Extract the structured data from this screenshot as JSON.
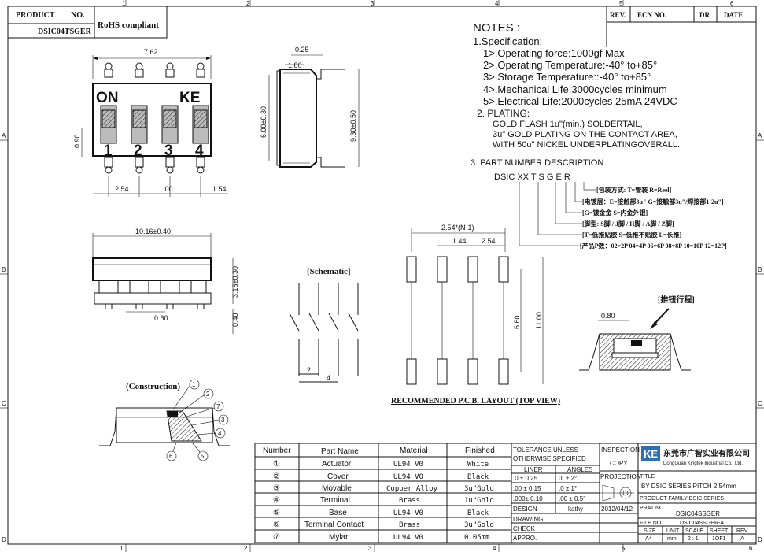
{
  "border": {
    "cols_top": [
      "1",
      "2",
      "3",
      "4",
      "5",
      "6"
    ],
    "cols_bottom": [
      "1",
      "2",
      "3",
      "4",
      "5",
      "6"
    ],
    "rows_left": [
      "A",
      "B",
      "C",
      "D"
    ],
    "rows_right": [
      "A",
      "B",
      "C",
      "D"
    ]
  },
  "product_box": {
    "product_label": "PRODUCT",
    "no_label": "NO.",
    "part_no": "DSIC04TSGER",
    "rohs": "RoHS compliant"
  },
  "rev_table": {
    "headers": [
      "REV.",
      "ECN NO.",
      "DR",
      "DATE"
    ]
  },
  "top_view": {
    "marking_left": "ON",
    "marking_right": "KE",
    "switch_numbers": [
      "1",
      "2",
      "3",
      "4"
    ],
    "dim_width": "7.62",
    "dim_height": "0.90",
    "dim_pitch_left": "2.54",
    "dim_pitch_mid": ".00",
    "dim_pitch_right": "1.54"
  },
  "side_view": {
    "dim_025": "0.25",
    "dim_180": "1.80",
    "dim_height_body": "6.00±0.30",
    "dim_height_total": "9.30±0.50"
  },
  "front_view": {
    "dim_length": "10.16±0.40",
    "dim_height": "3.15±0.30",
    "dim_lead": "0.60",
    "dim_standoff": "0.40"
  },
  "schematic": {
    "title": "[Schematic]",
    "dim_2": "2",
    "dim_4": "4"
  },
  "notes": {
    "title": "NOTES :",
    "spec_title": "1.Specification:",
    "spec_lines": [
      "1>.Operating force:1000gf Max",
      "2>.Operating Temperature:-40° to+85°",
      "3>.Storage Temperature::-40° to+85°",
      "4>.Mechanical Life:3000cycles minimum",
      "5>.Electrical Life:2000cycles 25mA 24VDC"
    ],
    "plating_title": "2. PLATING:",
    "plating_lines": [
      "GOLD FLASH 1u\"(min.) SOLDERTAIL,",
      "3u\" GOLD PLATING  ON THE CONTACT AREA,",
      "WITH 50u\" NICKEL UNDERPLATINGOVERALL."
    ],
    "pn_title": "3. PART NUMBER DESCRIPTION",
    "pn_code": "DSIC XX  T  S G E R",
    "pn_desc": [
      "[包装方式: T=管装  R=Reel]",
      "[电镀层：E=接触部3u\" G=接触部3u\"/焊接部1-2u\"]",
      "[G=镀金金  S=内金外银]",
      "[脚型: S脚 / J脚 / H脚 / A脚 / Z脚]",
      "[T=低推贴胶  S=低推不贴胶  L=长推]",
      "[产品P数：02=2P 04=4P 06=6P 08=8P 10=10P 12=12P]"
    ]
  },
  "pcb_layout": {
    "dim_total": "2.54*(N-1)",
    "dim_144": "1.44",
    "dim_254": "2.54",
    "dim_660": "6.60",
    "dim_1100": "11.00",
    "caption": "RECOMMENDED P.C.B. LAYOUT (TOP VIEW)"
  },
  "actuator_detail": {
    "title": "[推钮行程]",
    "dim": "0.80"
  },
  "construction": {
    "title": "(Construction)",
    "callouts": [
      "1",
      "2",
      "3",
      "4",
      "5",
      "6",
      "7"
    ]
  },
  "bom": {
    "headers": [
      "Number",
      "Part Name",
      "Material",
      "Finished"
    ],
    "rows": [
      {
        "num": "①",
        "part": "Actuator",
        "material": "UL94 V0",
        "finished": "White"
      },
      {
        "num": "②",
        "part": "Cover",
        "material": "UL94 V0",
        "finished": "Black"
      },
      {
        "num": "③",
        "part": "Movable",
        "material": "Copper Alloy",
        "finished": "3u\"Gold"
      },
      {
        "num": "④",
        "part": "Terminal",
        "material": "Brass",
        "finished": "1u\"Gold"
      },
      {
        "num": "⑤",
        "part": "Base",
        "material": "UL94 V0",
        "finished": "Black"
      },
      {
        "num": "⑥",
        "part": "Terminal Contact",
        "material": "Brass",
        "finished": "3u\"Gold"
      },
      {
        "num": "⑦",
        "part": "Mylar",
        "material": "UL94 V0",
        "finished": "0.05mm"
      }
    ]
  },
  "tolerance": {
    "title1": "TOLERANCE UNLESS",
    "title2": "OTHERWISE SPECIFIED",
    "col_liner": "LINER",
    "col_angles": "ANGLES",
    "rows": [
      {
        "liner": ".0  ±  0.25",
        "angle": "0.  ±  2°"
      },
      {
        "liner": ".00  ±  0.15",
        "angle": ".0  ±  1°"
      },
      {
        "liner": ".000±  0.10",
        "angle": ".00  ±  0.5°"
      }
    ],
    "design_label": "DESIGN",
    "design_value": "kathy",
    "design_date": "2012/04/12",
    "drawing_label": "DRAWING",
    "check_label": "CHECK",
    "appro_label": "APPRO."
  },
  "title_block": {
    "inspection": "INSPECTION",
    "copy": "COPY",
    "projection": "PROJECTION",
    "company_cn": "东莞市广智实业有限公司",
    "company_en": "DongGuan Kingtek Industrial Co., Ltd.",
    "title_label": "TITLE",
    "title_value": "BY DSIC SERIES PITCH 2.54mm",
    "product_family": "PRODUCT FAMILY DSIC SERIES",
    "part_no_label": "PRAT NO.",
    "part_no_value": "DSIC04SSGER",
    "file_no_label": "FILE NO.",
    "file_no_value": "DSIC04SSGER-A",
    "size_label": "SIZE",
    "unit_label": "UNIT",
    "scale_label": "SCALE",
    "sheet_label": "SHEET",
    "rev_label": "REV.",
    "size_value": "A4",
    "unit_value": "mm",
    "scale_value": "2 : 1",
    "sheet_value": "1OF1",
    "rev_value": "A"
  }
}
